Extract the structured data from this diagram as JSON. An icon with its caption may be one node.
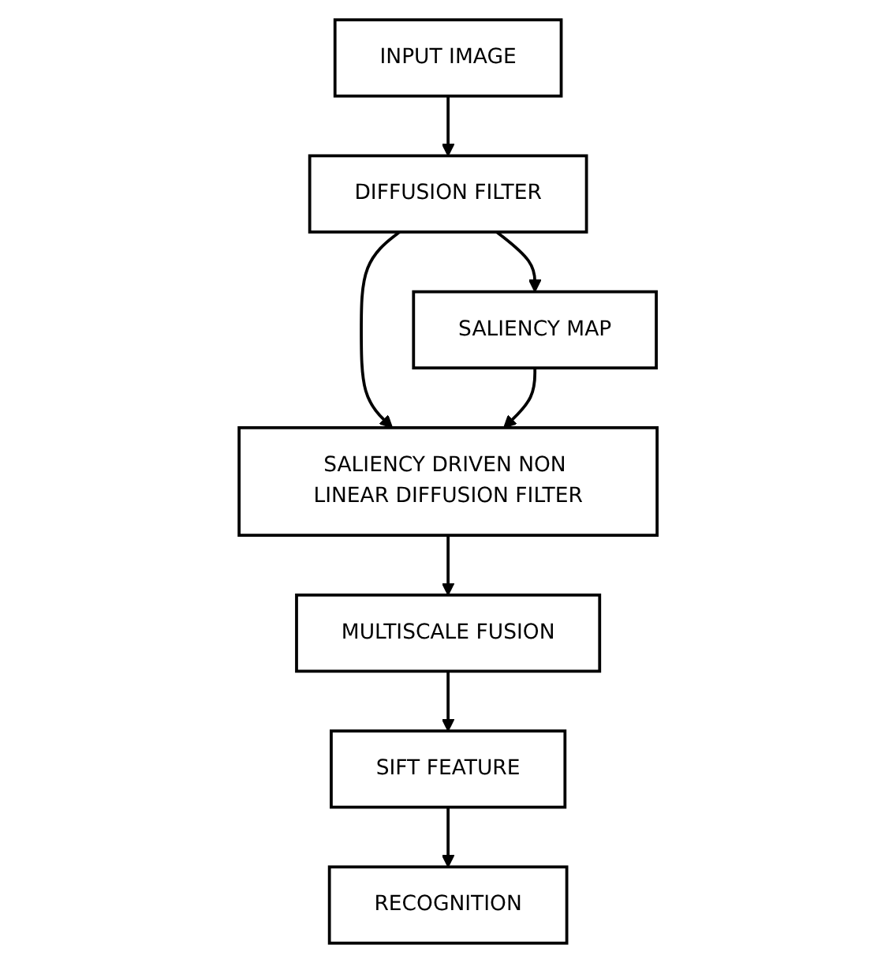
{
  "diagram": {
    "nodes": [
      {
        "text": [
          "INPUT IMAGE"
        ]
      },
      {
        "text": [
          "DIFFUSION FILTER"
        ]
      },
      {
        "text": [
          "SALIENCY MAP"
        ]
      },
      {
        "text": [
          "SALIENCY DRIVEN NON LINEAR DIFFUSION FILTER"
        ]
      },
      {
        "text": [
          "MULTISCALE FUSION"
        ]
      },
      {
        "text": [
          "SIFT FEATURE"
        ]
      },
      {
        "text": [
          "RECOGNITION"
        ]
      }
    ],
    "edges": [
      {
        "from": 0,
        "to": 1,
        "arrow": "to"
      },
      {
        "from": 1,
        "to": 2,
        "arrow": "to"
      },
      {
        "from": 1,
        "to": 3,
        "arrow": "to"
      },
      {
        "from": 2,
        "to": 3,
        "arrow": "to"
      },
      {
        "from": 3,
        "to": 4,
        "arrow": "to"
      },
      {
        "from": 4,
        "to": 5,
        "arrow": "to"
      },
      {
        "from": 5,
        "to": 6,
        "arrow": "to"
      }
    ]
  }
}
